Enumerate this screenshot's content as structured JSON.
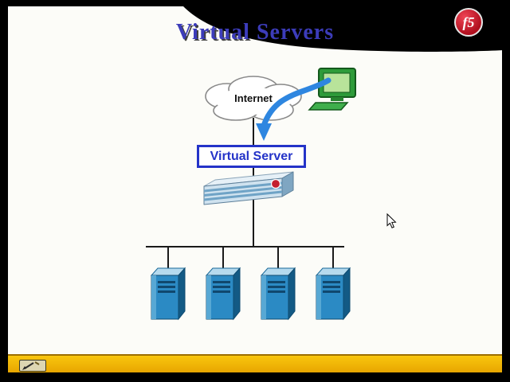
{
  "slide": {
    "title": "Virtual Servers"
  },
  "logo": {
    "text": "f5"
  },
  "diagram": {
    "internet_label": "Internet",
    "virtual_server_label": "Virtual Server",
    "server_count": 4
  },
  "icons": {
    "client_computer": "computer-icon",
    "f5_ball": "f5-ball-icon",
    "pen_tool": "pen-icon",
    "pointer": "mouse-cursor"
  },
  "colors": {
    "title_blue": "#3c3cba",
    "label_blue": "#2433c8",
    "arrow_blue": "#2e86e0",
    "server_blue": "#2b8ac4",
    "accent_yellow": "#f2b400",
    "f5_red": "#c41f2e",
    "background_black": "#000000"
  }
}
